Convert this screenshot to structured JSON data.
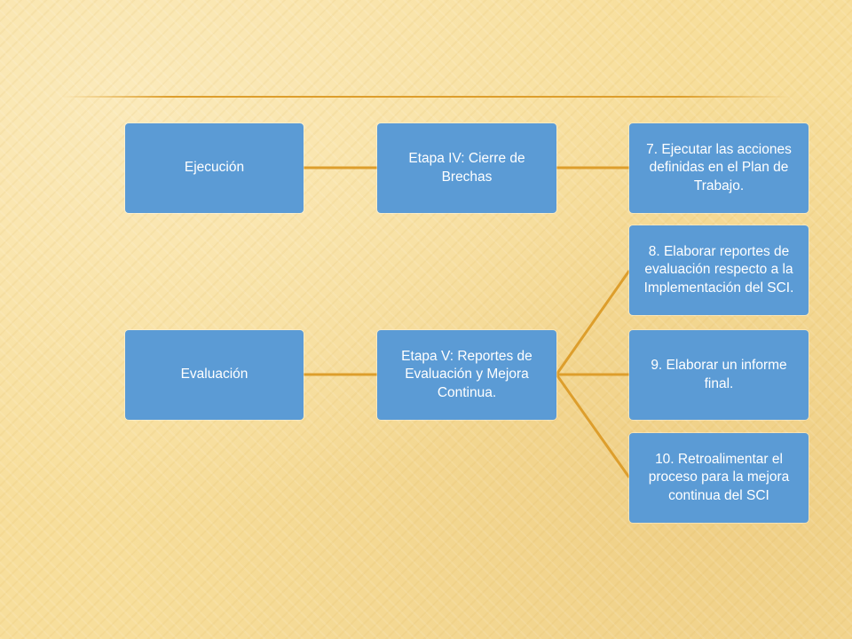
{
  "diagram": {
    "nodes": {
      "ejecucion": "Ejecución",
      "etapa_iv": "Etapa IV: Cierre de Brechas",
      "accion_7": "7. Ejecutar las acciones definidas en el Plan de Trabajo.",
      "evaluacion": "Evaluación",
      "etapa_v": "Etapa V: Reportes de Evaluación y Mejora Continua.",
      "accion_8": "8. Elaborar reportes de evaluación respecto a la Implementación del SCI.",
      "accion_9": "9. Elaborar un informe final.",
      "accion_10": "10. Retroalimentar el proceso para la mejora continua del SCI"
    },
    "edges": [
      [
        "ejecucion",
        "etapa_iv"
      ],
      [
        "etapa_iv",
        "accion_7"
      ],
      [
        "evaluacion",
        "etapa_v"
      ],
      [
        "etapa_v",
        "accion_8"
      ],
      [
        "etapa_v",
        "accion_9"
      ],
      [
        "etapa_v",
        "accion_10"
      ]
    ]
  },
  "colors": {
    "background": "#f7de9b",
    "node_fill": "#5b9bd5",
    "node_text": "#ffffff",
    "connector": "#dd9e2c"
  }
}
